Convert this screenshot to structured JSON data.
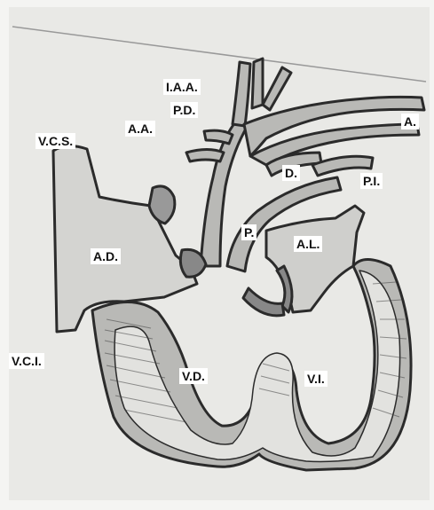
{
  "labels": {
    "iaa": "I.A.A.",
    "pd": "P.D.",
    "aa": "A.A.",
    "vcs": "V.C.S.",
    "a": "A.",
    "d": "D.",
    "pi": "P.I.",
    "p": "P.",
    "al": "A.L.",
    "ad": "A.D.",
    "vci": "V.C.I.",
    "vd": "V.D.",
    "vi": "V.I."
  },
  "colors": {
    "paper": "#e9e9e6",
    "ink": "#2b2b2b",
    "vessel_fill": "#b9b9b6"
  }
}
